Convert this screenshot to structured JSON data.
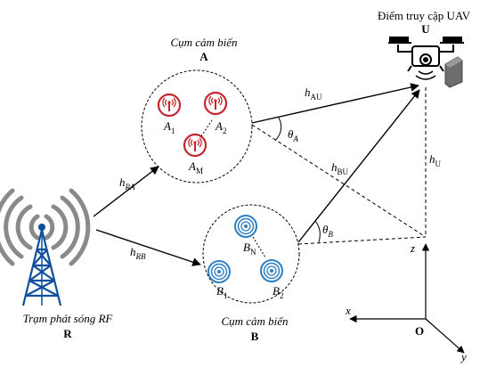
{
  "uav": {
    "title": "Điểm truy cập UAV",
    "letter": "U"
  },
  "cluster_a": {
    "title": "Cụm cảm biến",
    "letter": "A",
    "nodes": [
      {
        "main": "A",
        "sub": "1"
      },
      {
        "main": "A",
        "sub": "2"
      },
      {
        "main": "A",
        "sub": "M"
      }
    ]
  },
  "cluster_b": {
    "title": "Cụm cảm biến",
    "letter": "B",
    "nodes": [
      {
        "main": "B",
        "sub": "N"
      },
      {
        "main": "B",
        "sub": "1"
      },
      {
        "main": "B",
        "sub": "2"
      }
    ]
  },
  "rf": {
    "title": "Trạm phát sóng RF",
    "letter": "R"
  },
  "links": {
    "h_ra": {
      "main": "h",
      "sub": "RA"
    },
    "h_rb": {
      "main": "h",
      "sub": "RB"
    },
    "h_au": {
      "main": "h",
      "sub": "AU"
    },
    "h_bu": {
      "main": "h",
      "sub": "BU"
    },
    "h_u": {
      "main": "h",
      "sub": "U"
    }
  },
  "angles": {
    "theta_a": {
      "main": "θ",
      "sub": "A"
    },
    "theta_b": {
      "main": "θ",
      "sub": "B"
    }
  },
  "axes": {
    "x": "x",
    "y": "y",
    "z": "z",
    "origin": "O"
  },
  "colors": {
    "sensor_a": "#c0282d",
    "sensor_b": "#2f7fc0",
    "tower": "#0e4f9c",
    "waves": "#8a8a8a",
    "line": "#000000"
  }
}
